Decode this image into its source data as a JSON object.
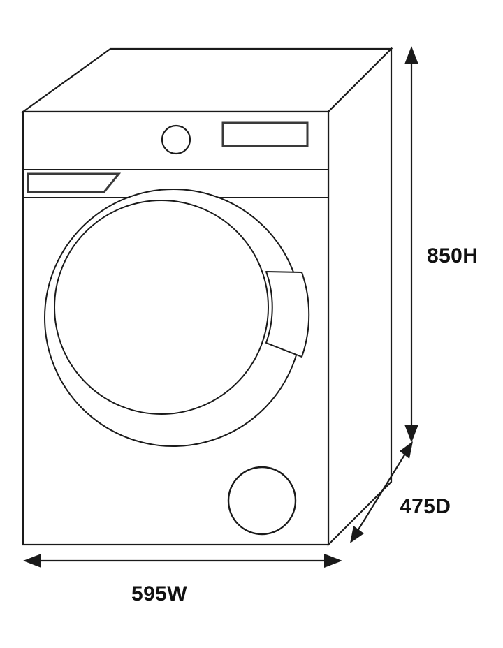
{
  "drawing": {
    "kind": "technical-line-drawing",
    "subject": "front-load washing machine",
    "projection": "isometric",
    "background_color": "#ffffff",
    "line_color": "#1a1a1a",
    "units_note": "mm"
  },
  "dimensions": {
    "height": {
      "label": "850H",
      "value": 850,
      "axis": "vertical",
      "code": "H",
      "arrow_style": "double-headed",
      "position": "right"
    },
    "depth": {
      "label": "475D",
      "value": 475,
      "axis": "diagonal",
      "code": "D",
      "arrow_style": "double-headed",
      "position": "lower-right"
    },
    "width": {
      "label": "595W",
      "value": 595,
      "axis": "horizontal",
      "code": "W",
      "arrow_style": "double-headed",
      "position": "bottom"
    }
  },
  "appliance_parts": {
    "cabinet": "cabinet-body",
    "top_face": "top-panel",
    "side_face": "right-side-panel",
    "control_panel": "control-panel",
    "knob": "program-selector-knob",
    "display": "display-window",
    "detergent_drawer": "detergent-drawer",
    "door_bezel": "door-bezel-ring",
    "door_glass": "door-glass",
    "door_handle": "door-handle",
    "filter_cap": "pump-filter-cap"
  }
}
